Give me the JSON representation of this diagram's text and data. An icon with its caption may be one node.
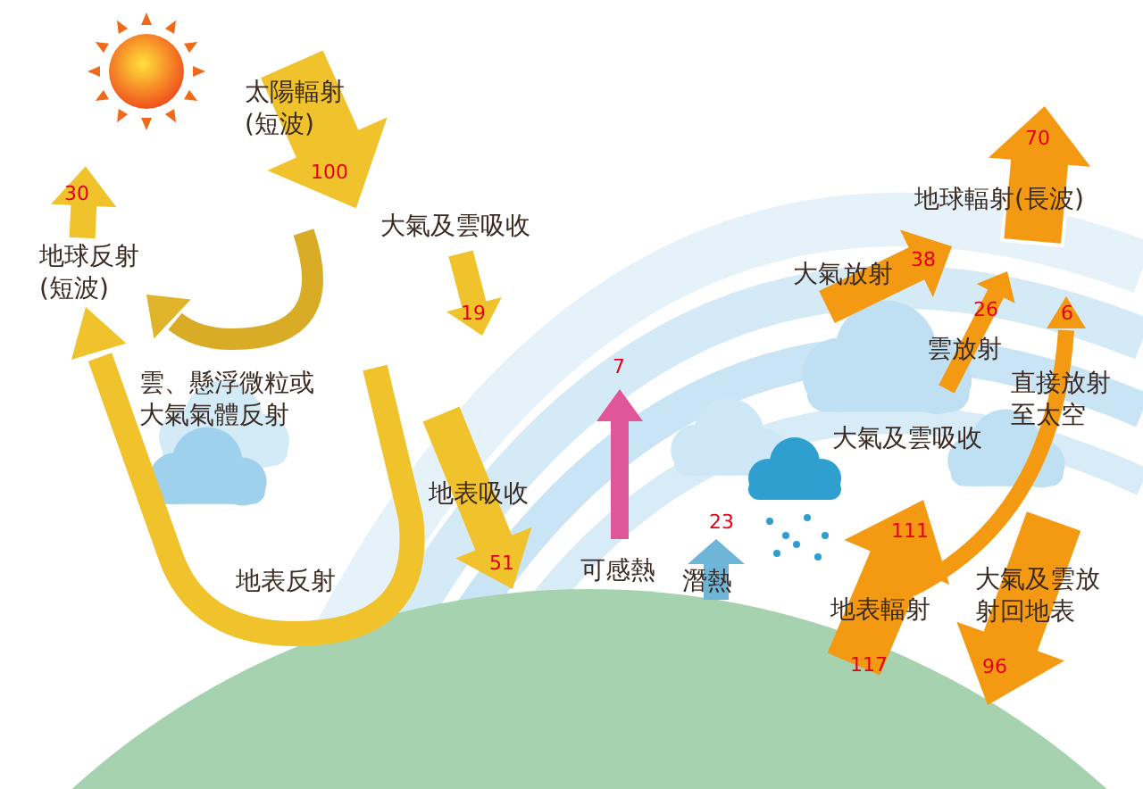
{
  "diagram": {
    "labels": [
      "太陽輻射(短波)",
      "100",
      "30",
      "地球反射(短波)",
      "大氣及雲吸收",
      "19",
      "雲、懸浮微粒或大氣氣體反射",
      "地表吸收",
      "51",
      "地表反射",
      "7",
      "可感熱",
      "23",
      "潛熱",
      "70",
      "地球輻射(長波)",
      "大氣放射",
      "38",
      "26",
      "雲放射",
      "6",
      "直接放射至太空",
      "大氣及雲吸收",
      "111",
      "地表輻射",
      "117",
      "大氣及雲放射回地表",
      "96"
    ]
  }
}
